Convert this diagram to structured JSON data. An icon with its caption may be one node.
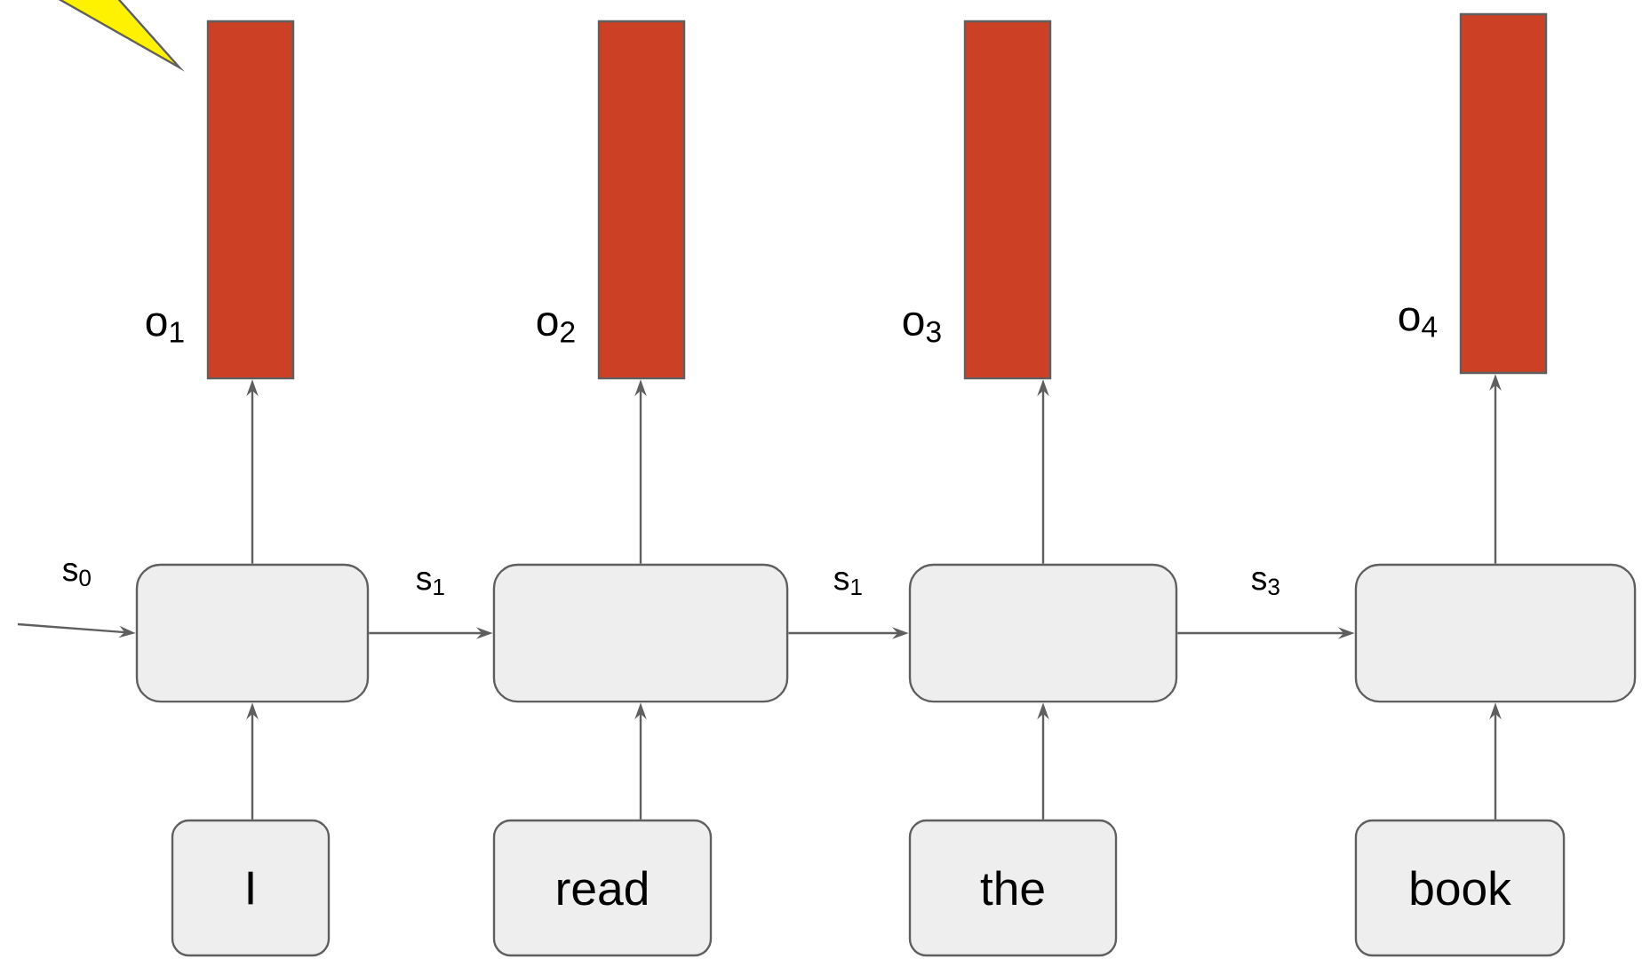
{
  "diagram": {
    "nodes": [
      {
        "text": [
          "I"
        ]
      },
      {
        "text": [
          "read"
        ]
      },
      {
        "text": [
          "the"
        ]
      },
      {
        "text": [
          "book"
        ]
      },
      {
        "text": [],
        "shape": "box"
      },
      {
        "text": [],
        "shape": "box"
      },
      {
        "text": [],
        "shape": "box"
      },
      {
        "text": [],
        "shape": "box"
      },
      {
        "text": [],
        "shape": "bar",
        "beside": [
          "o$_{1}$"
        ]
      },
      {
        "text": [],
        "shape": "bar",
        "beside": [
          "o$_{2}$"
        ]
      },
      {
        "text": [],
        "shape": "bar",
        "beside": [
          "o$_{3}$"
        ]
      },
      {
        "text": [],
        "shape": "bar",
        "beside": [
          "o$_{4}$"
        ]
      }
    ],
    "edges": [
      {
        "from": null,
        "to": 4,
        "arrow": "to",
        "label": "s$_{0}$"
      },
      {
        "from": 4,
        "to": 5,
        "arrow": "to",
        "label": "s$_{1}$"
      },
      {
        "from": 5,
        "to": 6,
        "arrow": "to",
        "label": "s$_{1}$"
      },
      {
        "from": 6,
        "to": 7,
        "arrow": "to",
        "label": "s$_{3}$"
      },
      {
        "from": 0,
        "to": 4,
        "arrow": "to"
      },
      {
        "from": 1,
        "to": 5,
        "arrow": "to"
      },
      {
        "from": 2,
        "to": 6,
        "arrow": "to"
      },
      {
        "from": 3,
        "to": 7,
        "arrow": "to"
      },
      {
        "from": 4,
        "to": 8,
        "arrow": "to"
      },
      {
        "from": 5,
        "to": 9,
        "arrow": "to"
      },
      {
        "from": 6,
        "to": 10,
        "arrow": "to"
      },
      {
        "from": 7,
        "to": 11,
        "arrow": "to"
      }
    ]
  }
}
